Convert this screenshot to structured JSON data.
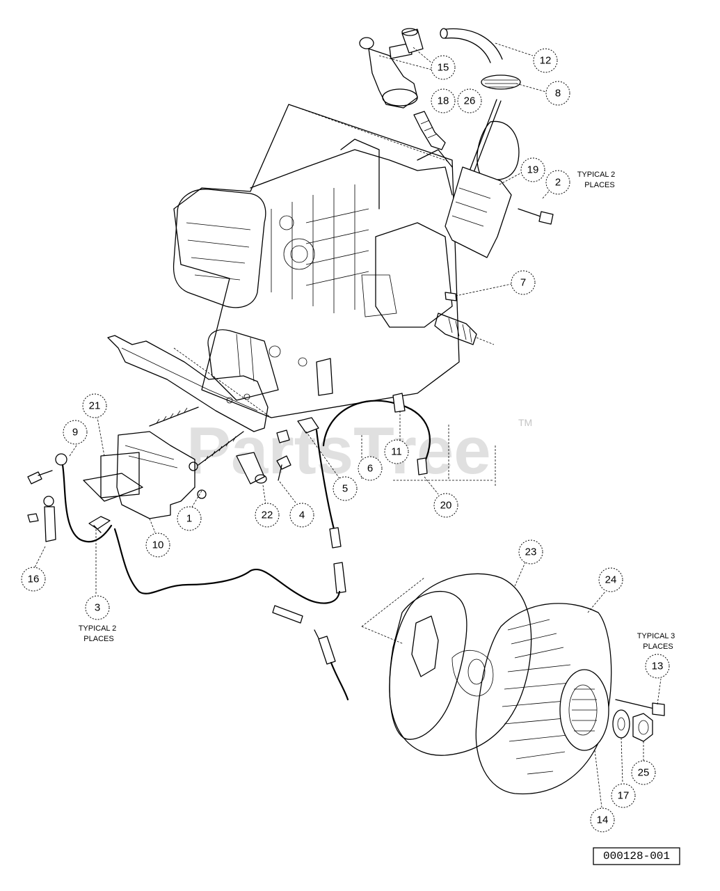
{
  "callouts": [
    {
      "id": "c1",
      "label": "1"
    },
    {
      "id": "c2",
      "label": "2"
    },
    {
      "id": "c3",
      "label": "3"
    },
    {
      "id": "c4",
      "label": "4"
    },
    {
      "id": "c5",
      "label": "5"
    },
    {
      "id": "c6",
      "label": "6"
    },
    {
      "id": "c7",
      "label": "7"
    },
    {
      "id": "c8",
      "label": "8"
    },
    {
      "id": "c9",
      "label": "9"
    },
    {
      "id": "c10",
      "label": "10"
    },
    {
      "id": "c11",
      "label": "11"
    },
    {
      "id": "c12",
      "label": "12"
    },
    {
      "id": "c13",
      "label": "13"
    },
    {
      "id": "c14",
      "label": "14"
    },
    {
      "id": "c15",
      "label": "15"
    },
    {
      "id": "c16",
      "label": "16"
    },
    {
      "id": "c17",
      "label": "17"
    },
    {
      "id": "c18",
      "label": "18"
    },
    {
      "id": "c19",
      "label": "19"
    },
    {
      "id": "c20",
      "label": "20"
    },
    {
      "id": "c21",
      "label": "21"
    },
    {
      "id": "c22",
      "label": "22"
    },
    {
      "id": "c23",
      "label": "23"
    },
    {
      "id": "c24",
      "label": "24"
    },
    {
      "id": "c25",
      "label": "25"
    },
    {
      "id": "c26",
      "label": "26"
    }
  ],
  "notes": {
    "typical2_a_line1": "TYPICAL 2",
    "typical2_a_line2": "PLACES",
    "typical2_b_line1": "TYPICAL 2",
    "typical2_b_line2": "PLACES",
    "typical3_line1": "TYPICAL 3",
    "typical3_line2": "PLACES"
  },
  "watermark": {
    "text": "PartsTree",
    "trademark": "TM"
  },
  "reference_number": "000128-001"
}
